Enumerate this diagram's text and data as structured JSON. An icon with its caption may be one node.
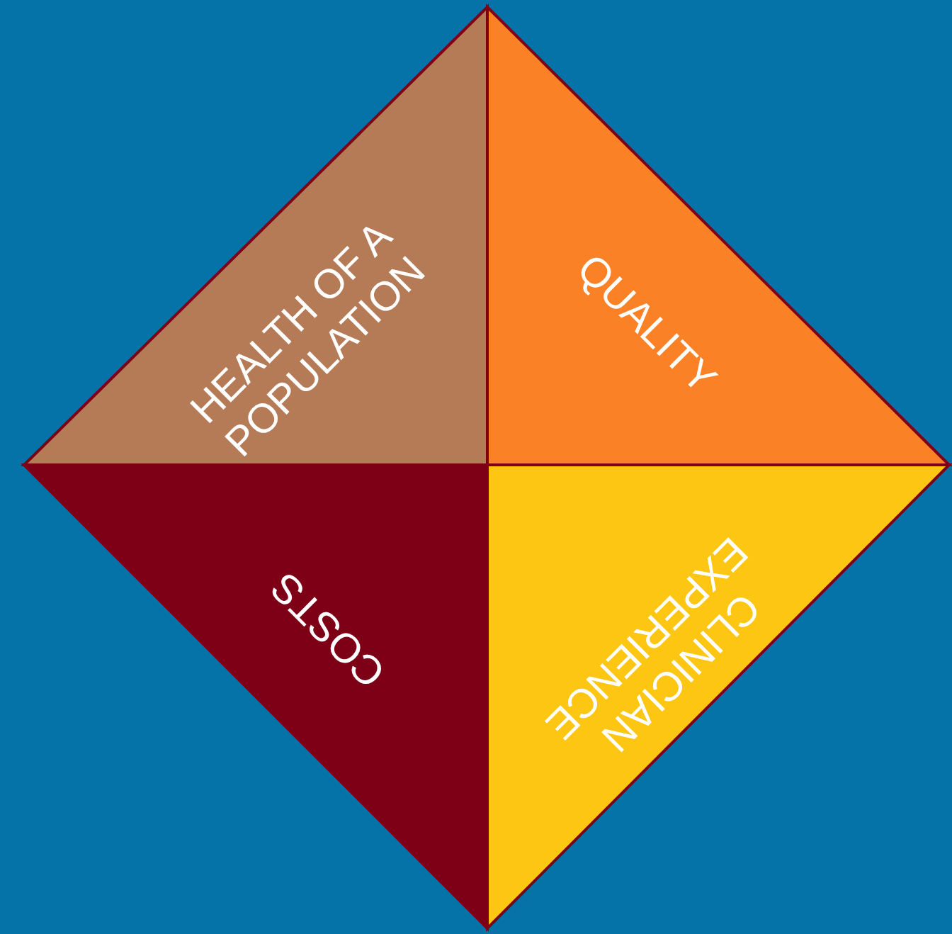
{
  "diagram": {
    "nodes": [
      {
        "text": [
          "HEALTH OF A POPULATION"
        ]
      },
      {
        "text": [
          "QUALITY"
        ]
      },
      {
        "text": [
          "COSTS"
        ]
      },
      {
        "text": [
          "CLINICIAN EXPERIENCE"
        ]
      }
    ]
  }
}
